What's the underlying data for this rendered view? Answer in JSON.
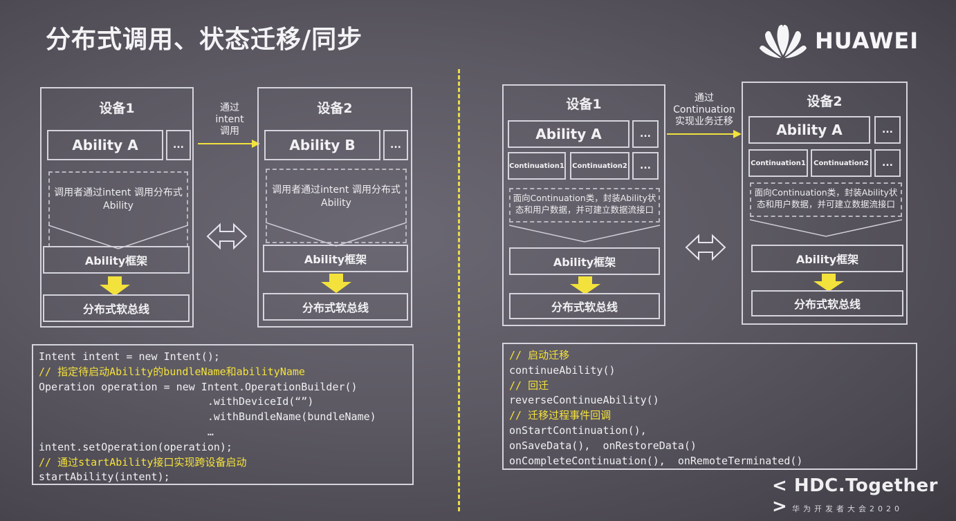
{
  "title": "分布式调用、状态迁移/同步",
  "brand": {
    "name": "HUAWEI",
    "logo_icon": "huawei-flower-logo"
  },
  "left": {
    "device1": {
      "label": "设备1",
      "ability": "Ability A",
      "more": "...",
      "desc": "调用者通过intent 调用分布式Ability",
      "framework": "Ability框架",
      "bus": "分布式软总线"
    },
    "arrow_label": "通过\nintent\n调用",
    "device2": {
      "label": "设备2",
      "ability": "Ability B",
      "more": "...",
      "desc": "调用者通过intent 调用分布式Ability",
      "framework": "Ability框架",
      "bus": "分布式软总线"
    },
    "code": [
      {
        "text": "Intent intent = new Intent();",
        "comment": false
      },
      {
        "text": "// 指定待启动Ability的bundleName和abilityName",
        "comment": true
      },
      {
        "text": "Operation operation = new Intent.OperationBuilder()",
        "comment": false
      },
      {
        "text": "                           .withDeviceId(“”)",
        "comment": false
      },
      {
        "text": "                           .withBundleName(bundleName)",
        "comment": false
      },
      {
        "text": "                           …",
        "comment": false
      },
      {
        "text": "intent.setOperation(operation);",
        "comment": false
      },
      {
        "text": "// 通过startAbility接口实现跨设备启动",
        "comment": true
      },
      {
        "text": "startAbility(intent);",
        "comment": false
      }
    ]
  },
  "right": {
    "device1": {
      "label": "设备1",
      "ability": "Ability A",
      "more": "...",
      "cont1": "Continuation1",
      "cont2": "Continuation2",
      "more2": "...",
      "desc": "面向Continuation类，封装Ability状态和用户数据，并可建立数据流接口",
      "framework": "Ability框架",
      "bus": "分布式软总线"
    },
    "arrow_label": "通过\nContinuation\n实现业务迁移",
    "device2": {
      "label": "设备2",
      "ability": "Ability A",
      "more": "...",
      "cont1": "Continuation1",
      "cont2": "Continuation2",
      "more2": "...",
      "desc": "面向Continuation类，封装Ability状态和用户数据，并可建立数据流接口",
      "framework": "Ability框架",
      "bus": "分布式软总线"
    },
    "code": [
      {
        "text": "// 启动迁移",
        "comment": true
      },
      {
        "text": "continueAbility()",
        "comment": false
      },
      {
        "text": "// 回迁",
        "comment": true
      },
      {
        "text": "reverseContinueAbility()",
        "comment": false
      },
      {
        "text": "// 迁移过程事件回调",
        "comment": true
      },
      {
        "text": "onStartContinuation(),",
        "comment": false
      },
      {
        "text": "onSaveData(),  onRestoreData()",
        "comment": false
      },
      {
        "text": "onCompleteContinuation(),  onRemoteTerminated()",
        "comment": false
      }
    ]
  },
  "footer": {
    "event": "< HDC.Together >",
    "event_sub": "华为开发者大会2020"
  },
  "colors": {
    "accent_yellow": "#f3e23c",
    "line": "#d6d4dc"
  }
}
